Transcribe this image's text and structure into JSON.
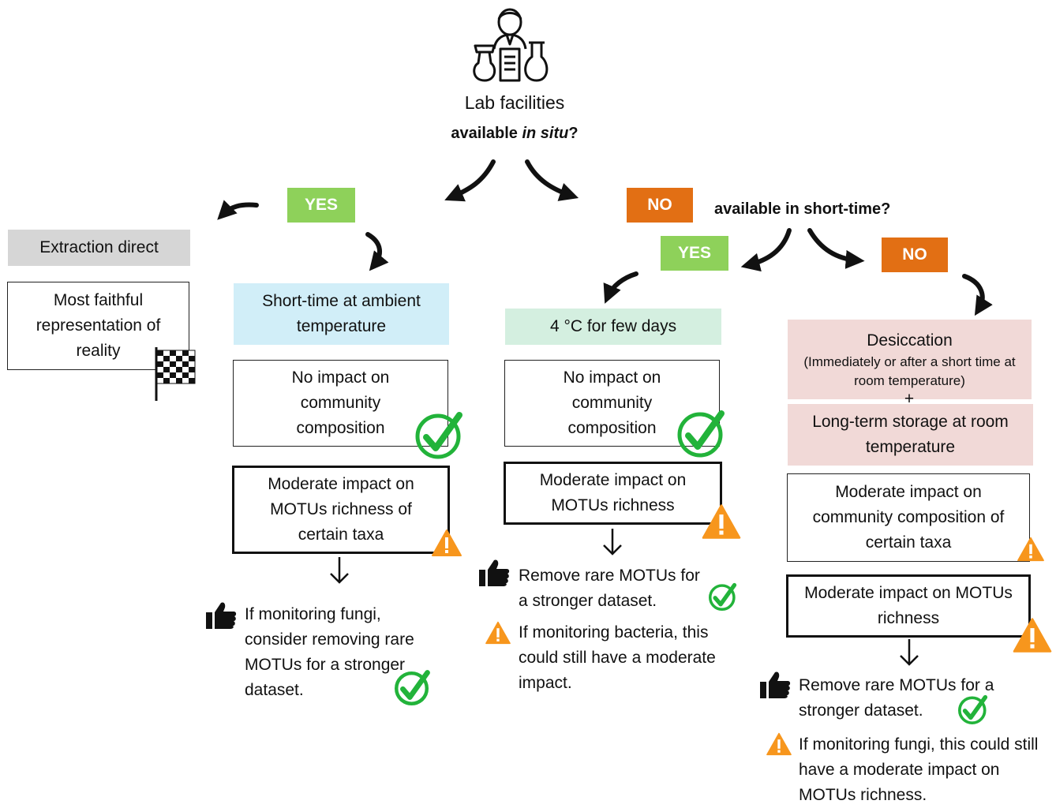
{
  "colors": {
    "yes_green": "#8ed15a",
    "no_orange": "#e26f14",
    "gray": "#d6d6d6",
    "light_blue": "#d1eef8",
    "light_green": "#d4efe0",
    "light_red": "#f1d9d7",
    "check_green": "#22b33a",
    "warning_orange": "#f7961d"
  },
  "top": {
    "icon": "lab-scientist-icon",
    "title": "Lab facilities",
    "question_prefix": "available ",
    "question_italic": "in situ",
    "question_suffix": "?"
  },
  "branch_yes": {
    "label": "YES",
    "extraction": "Extraction direct",
    "faithful": "Most faithful representation of reality",
    "method": "Short-time at ambient temperature",
    "no_impact": "No impact on community composition",
    "moderate": "Moderate impact on MOTUs richness of certain taxa",
    "tip": "If monitoring fungi, consider removing rare MOTUs for a stronger dataset."
  },
  "branch_no": {
    "label": "NO",
    "question": "available in short-time?",
    "sub_yes": {
      "label": "YES",
      "method": "4 °C for few days",
      "no_impact": "No impact on community composition",
      "moderate": "Moderate impact on MOTUs richness",
      "tip": "Remove rare MOTUs for a stronger dataset.",
      "warning": "If monitoring bacteria, this could still have  a moderate impact."
    },
    "sub_no": {
      "label": "NO",
      "method_title": "Desiccation",
      "method_detail": "(Immediately or after a short time at room temperature)",
      "plus": "+",
      "storage": "Long-term storage at room temperature",
      "moderate_composition": "Moderate impact on community composition of certain taxa",
      "moderate_richness": "Moderate impact on MOTUs richness",
      "tip": "Remove rare MOTUs for a stronger dataset.",
      "warning": "If monitoring fungi, this could still have a moderate impact on MOTUs richness."
    }
  }
}
